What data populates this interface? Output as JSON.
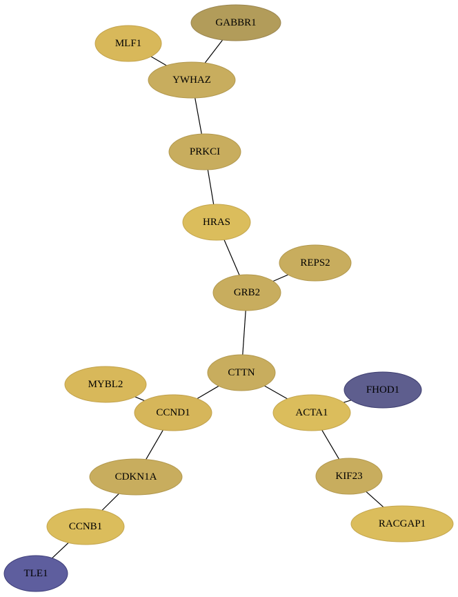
{
  "graph": {
    "nodes": [
      {
        "id": "GABBR1",
        "label": "GABBR1",
        "fill": "#b29c5a",
        "stroke": "#9a8550"
      },
      {
        "id": "MLF1",
        "label": "MLF1",
        "fill": "#d8b85a",
        "stroke": "#c2a24c"
      },
      {
        "id": "YWHAZ",
        "label": "YWHAZ",
        "fill": "#c8ad5e",
        "stroke": "#b2984e"
      },
      {
        "id": "PRKCI",
        "label": "PRKCI",
        "fill": "#c8ad5e",
        "stroke": "#b2984e"
      },
      {
        "id": "HRAS",
        "label": "HRAS",
        "fill": "#dbbd5c",
        "stroke": "#c4a64e"
      },
      {
        "id": "REPS2",
        "label": "REPS2",
        "fill": "#c8ad5e",
        "stroke": "#b2984e"
      },
      {
        "id": "GRB2",
        "label": "GRB2",
        "fill": "#c8ad5e",
        "stroke": "#b2984e"
      },
      {
        "id": "CTTN",
        "label": "CTTN",
        "fill": "#c8ad5e",
        "stroke": "#b2984e"
      },
      {
        "id": "MYBL2",
        "label": "MYBL2",
        "fill": "#d8b85a",
        "stroke": "#c2a24c"
      },
      {
        "id": "CCND1",
        "label": "CCND1",
        "fill": "#d6b65a",
        "stroke": "#c0a04c"
      },
      {
        "id": "FHOD1",
        "label": "FHOD1",
        "fill": "#5e5e8e",
        "stroke": "#3e3e70"
      },
      {
        "id": "ACTA1",
        "label": "ACTA1",
        "fill": "#dbbd5c",
        "stroke": "#c4a64e"
      },
      {
        "id": "CDKN1A",
        "label": "CDKN1A",
        "fill": "#c8ad5e",
        "stroke": "#b2984e"
      },
      {
        "id": "KIF23",
        "label": "KIF23",
        "fill": "#c8ad5e",
        "stroke": "#b2984e"
      },
      {
        "id": "RACGAP1",
        "label": "RACGAP1",
        "fill": "#dbbd5c",
        "stroke": "#c4a64e"
      },
      {
        "id": "CCNB1",
        "label": "CCNB1",
        "fill": "#dbbd5c",
        "stroke": "#c4a64e"
      },
      {
        "id": "TLE1",
        "label": "TLE1",
        "fill": "#5e5e9e",
        "stroke": "#3e3e78"
      }
    ],
    "edges": [
      {
        "from": "GABBR1",
        "to": "YWHAZ"
      },
      {
        "from": "MLF1",
        "to": "YWHAZ"
      },
      {
        "from": "YWHAZ",
        "to": "PRKCI"
      },
      {
        "from": "PRKCI",
        "to": "HRAS"
      },
      {
        "from": "HRAS",
        "to": "GRB2"
      },
      {
        "from": "REPS2",
        "to": "GRB2"
      },
      {
        "from": "GRB2",
        "to": "CTTN"
      },
      {
        "from": "CTTN",
        "to": "CCND1"
      },
      {
        "from": "CTTN",
        "to": "ACTA1"
      },
      {
        "from": "MYBL2",
        "to": "CCND1"
      },
      {
        "from": "FHOD1",
        "to": "ACTA1"
      },
      {
        "from": "CCND1",
        "to": "CDKN1A"
      },
      {
        "from": "ACTA1",
        "to": "KIF23"
      },
      {
        "from": "KIF23",
        "to": "RACGAP1"
      },
      {
        "from": "CDKN1A",
        "to": "CCNB1"
      },
      {
        "from": "CCNB1",
        "to": "TLE1"
      }
    ]
  }
}
